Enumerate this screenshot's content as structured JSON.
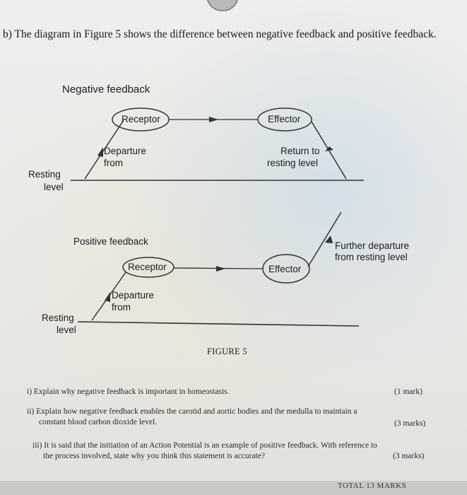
{
  "question": {
    "intro": "b) The diagram in Figure 5 shows the difference between negative feedback and positive feedback."
  },
  "negative_feedback": {
    "title": "Negative feedback",
    "receptor": "Receptor",
    "effector": "Effector",
    "departure_line1": "Departure",
    "departure_line2": "from",
    "return_line1": "Return to",
    "return_line2": "resting level",
    "resting_line1": "Resting",
    "resting_line2": "level"
  },
  "positive_feedback": {
    "title": "Positive feedback",
    "receptor": "Receptor",
    "effector": "Effector",
    "departure_line1": "Departure",
    "departure_line2": "from",
    "further_line1": "Further departure",
    "further_line2": "from resting level",
    "resting_line1": "Resting",
    "resting_line2": "level"
  },
  "figure_label": "FIGURE 5",
  "sub_questions": [
    {
      "text_line1": "i) Explain why negative feedback is important in homeostasis.",
      "text_line2": "",
      "marks": "(1 mark)"
    },
    {
      "text_line1": "ii) Explain how negative feedback enables the carotid and aortic bodies and the medulla to maintain a",
      "text_line2": "constant blood carbon dioxide level.",
      "marks": "(3 marks)"
    },
    {
      "text_line1": "iii) It is said that the initiation of an Action Potential is an example of positive feedback. With reference to",
      "text_line2": "the process involved, state why you think this statement is accurate?",
      "marks": "(3 marks)"
    }
  ],
  "total": "TOTAL 13 MARKS"
}
